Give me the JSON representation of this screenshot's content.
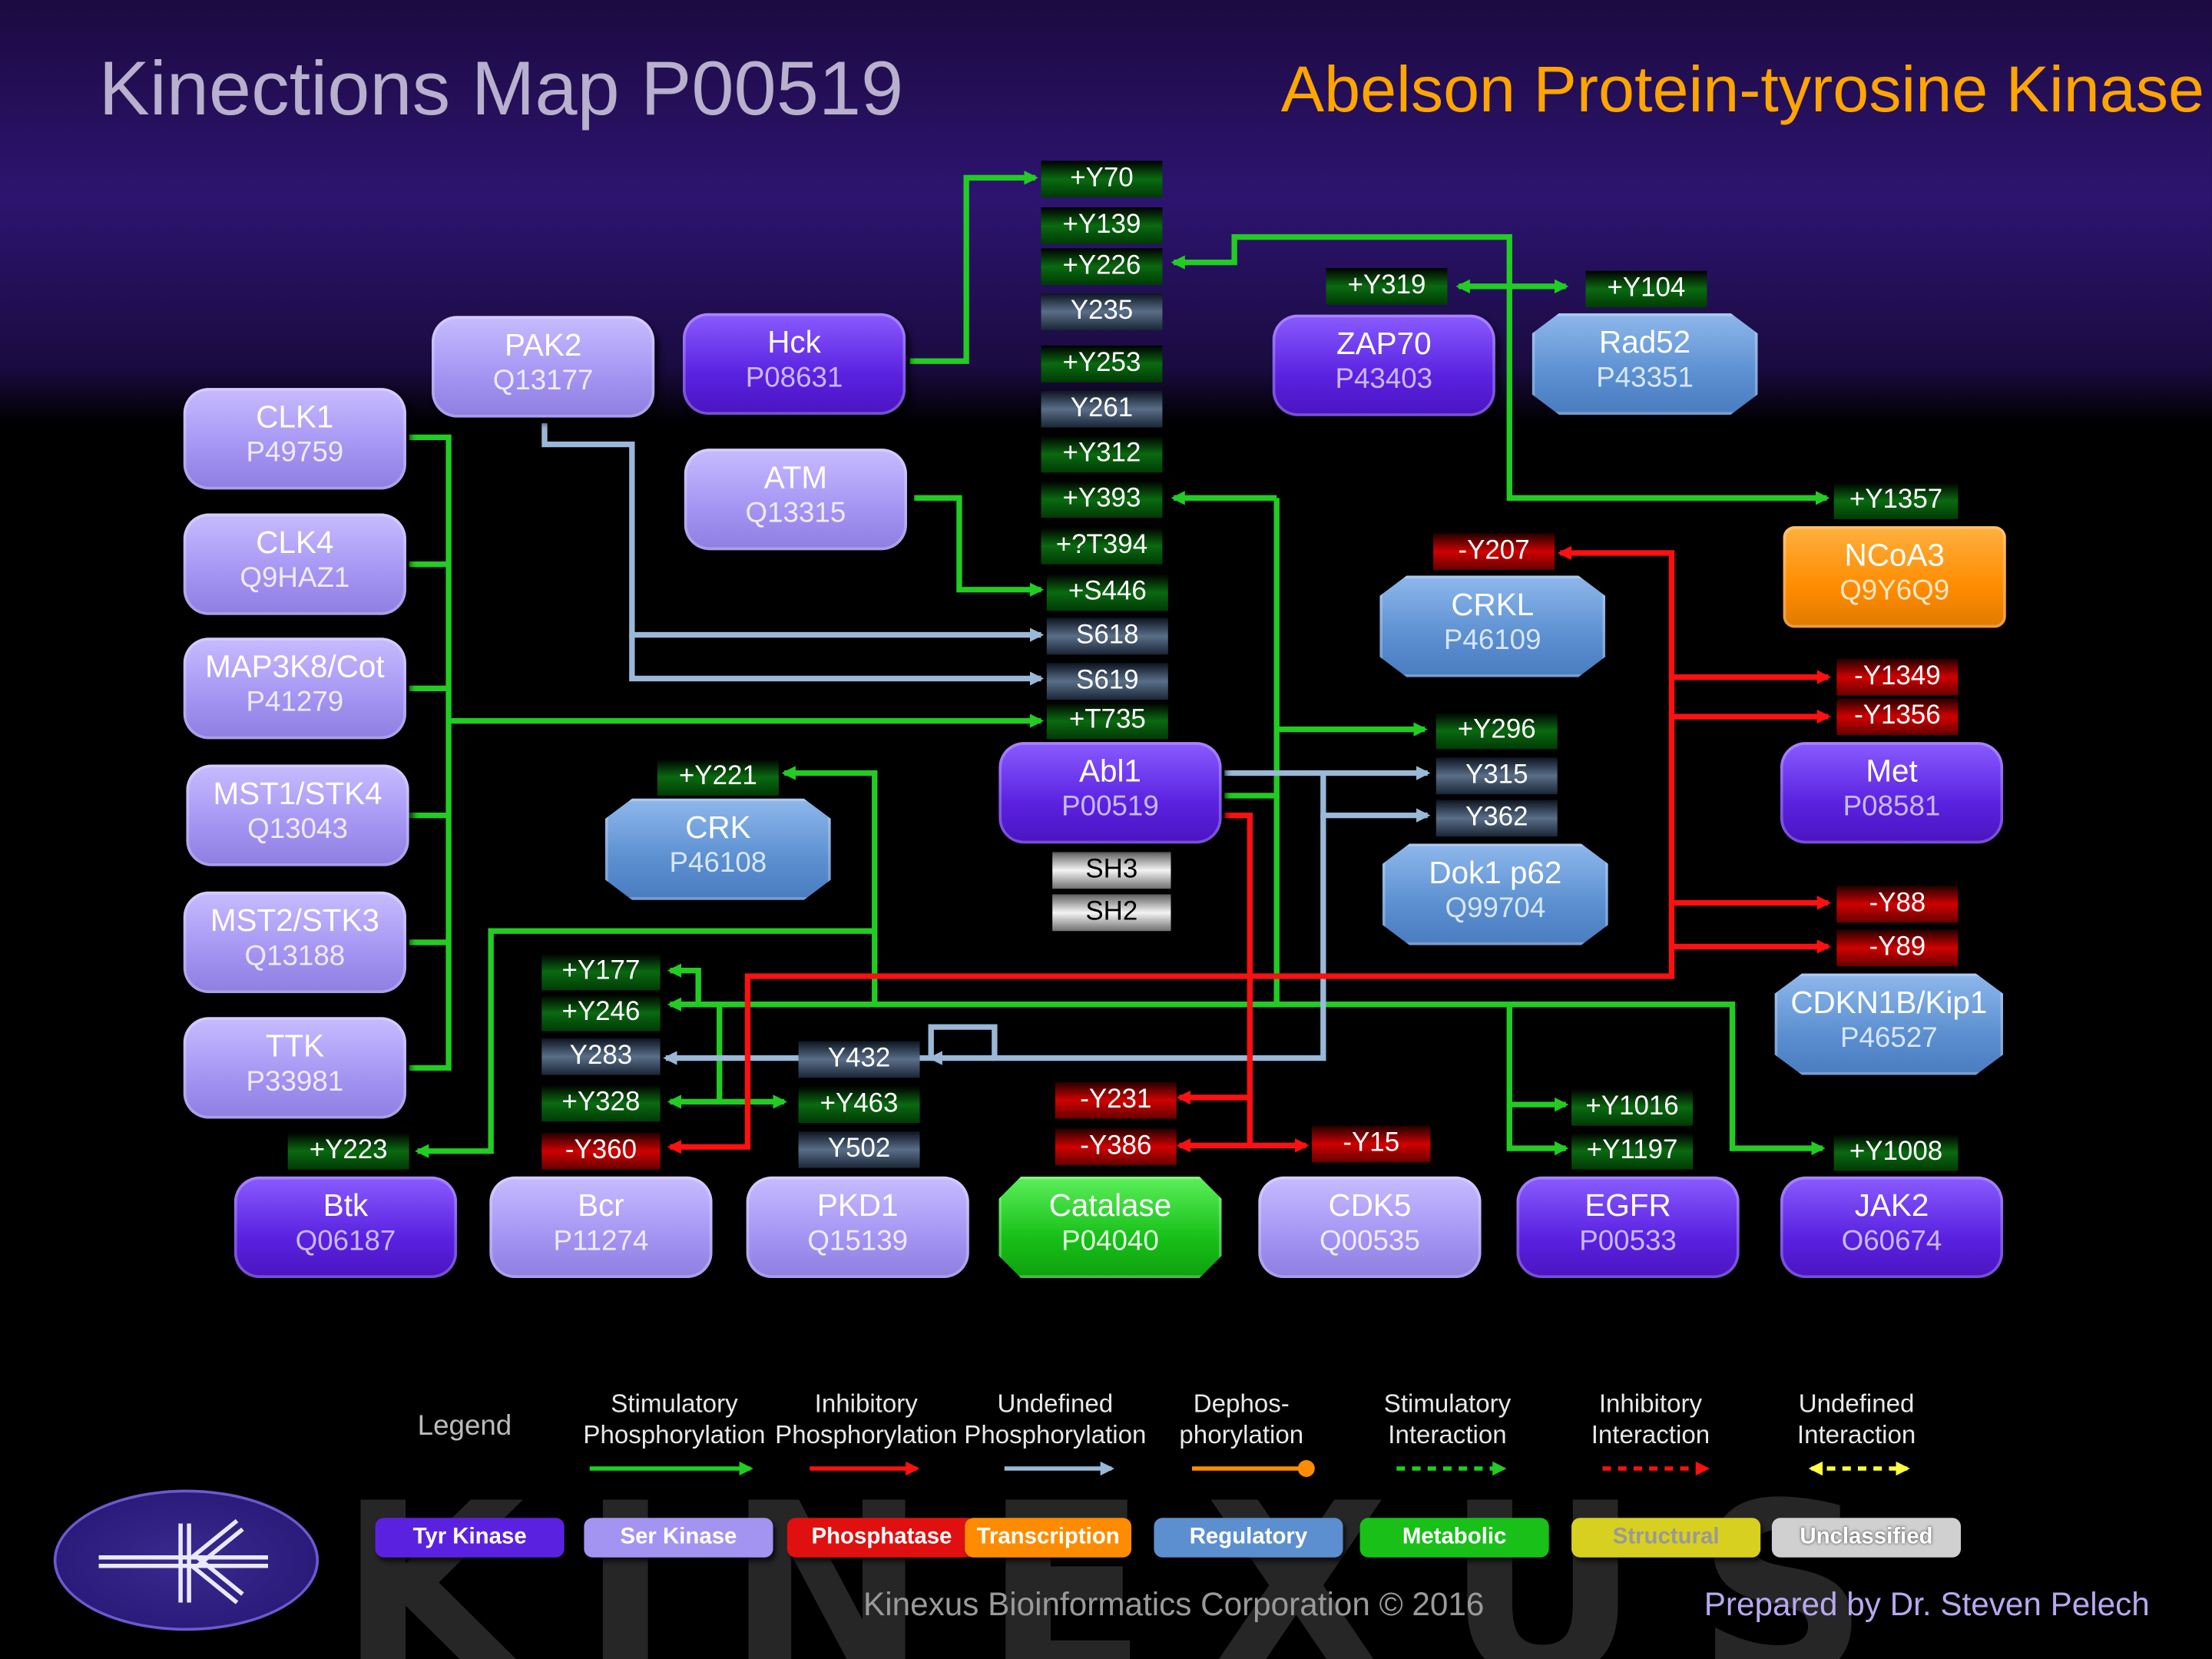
{
  "header": {
    "title_left": "Kinections Map P00519",
    "title_right": "Abelson Protein-tyrosine Kinase"
  },
  "colors": {
    "stimulatory": "#22cc22",
    "inhibitory": "#ff1010",
    "undefined": "#9ab8d8",
    "dephosphorylation": "#ff8c00",
    "undefined_interaction": "#ffff40"
  },
  "nodes": {
    "abl1": {
      "name": "Abl1",
      "acc": "P00519",
      "type": "Tyr Kinase"
    },
    "pak2": {
      "name": "PAK2",
      "acc": "Q13177",
      "type": "Ser Kinase"
    },
    "hck": {
      "name": "Hck",
      "acc": "P08631",
      "type": "Tyr Kinase"
    },
    "atm": {
      "name": "ATM",
      "acc": "Q13315",
      "type": "Ser Kinase"
    },
    "zap70": {
      "name": "ZAP70",
      "acc": "P43403",
      "type": "Tyr Kinase"
    },
    "rad52": {
      "name": "Rad52",
      "acc": "P43351",
      "type": "Regulatory"
    },
    "clk1": {
      "name": "CLK1",
      "acc": "P49759",
      "type": "Ser Kinase"
    },
    "clk4": {
      "name": "CLK4",
      "acc": "Q9HAZ1",
      "type": "Ser Kinase"
    },
    "map3k8": {
      "name": "MAP3K8/Cot",
      "acc": "P41279",
      "type": "Ser Kinase"
    },
    "mst1": {
      "name": "MST1/STK4",
      "acc": "Q13043",
      "type": "Ser Kinase"
    },
    "mst2": {
      "name": "MST2/STK3",
      "acc": "Q13188",
      "type": "Ser Kinase"
    },
    "ttk": {
      "name": "TTK",
      "acc": "P33981",
      "type": "Ser Kinase"
    },
    "ncoa3": {
      "name": "NCoA3",
      "acc": "Q9Y6Q9",
      "type": "Transcription"
    },
    "crkl": {
      "name": "CRKL",
      "acc": "P46109",
      "type": "Regulatory"
    },
    "met": {
      "name": "Met",
      "acc": "P08581",
      "type": "Tyr Kinase"
    },
    "crk": {
      "name": "CRK",
      "acc": "P46108",
      "type": "Regulatory"
    },
    "dok1": {
      "name": "Dok1 p62",
      "acc": "Q99704",
      "type": "Regulatory"
    },
    "cdkn1b": {
      "name": "CDKN1B/Kip1",
      "acc": "P46527",
      "type": "Regulatory"
    },
    "btk": {
      "name": "Btk",
      "acc": "Q06187",
      "type": "Tyr Kinase"
    },
    "bcr": {
      "name": "Bcr",
      "acc": "P11274",
      "type": "Ser Kinase"
    },
    "pkd1": {
      "name": "PKD1",
      "acc": "Q15139",
      "type": "Ser Kinase"
    },
    "catalase": {
      "name": "Catalase",
      "acc": "P04040",
      "type": "Metabolic"
    },
    "cdk5": {
      "name": "CDK5",
      "acc": "Q00535",
      "type": "Ser Kinase"
    },
    "egfr": {
      "name": "EGFR",
      "acc": "P00533",
      "type": "Tyr Kinase"
    },
    "jak2": {
      "name": "JAK2",
      "acc": "O60674",
      "type": "Tyr Kinase"
    }
  },
  "abl1_sites": [
    "+Y70",
    "+Y139",
    "+Y226",
    "Y235",
    "+Y253",
    "Y261",
    "+Y312",
    "+Y393",
    "+?T394",
    "+S446",
    "S618",
    "S619",
    "+T735"
  ],
  "abl1_domains": [
    "SH3",
    "SH2"
  ],
  "sites": {
    "zap70": [
      "+Y319"
    ],
    "rad52": [
      "+Y104"
    ],
    "ncoa3": [
      "+Y1357"
    ],
    "crkl": [
      "-Y207"
    ],
    "met": [
      "-Y1349",
      "-Y1356"
    ],
    "crk": [
      "+Y221"
    ],
    "dok1": [
      "+Y296",
      "Y315",
      "Y362"
    ],
    "cdkn1b": [
      "-Y88",
      "-Y89"
    ],
    "btk": [
      "+Y223"
    ],
    "bcr": [
      "+Y177",
      "+Y246",
      "Y283",
      "+Y328",
      "-Y360"
    ],
    "pkd1": [
      "Y432",
      "+Y463",
      "Y502"
    ],
    "catalase": [
      "-Y231",
      "-Y386"
    ],
    "cdk5": [
      "-Y15"
    ],
    "egfr": [
      "+Y1016",
      "+Y1197"
    ],
    "jak2": [
      "+Y1008"
    ]
  },
  "legend": {
    "word": "Legend",
    "arrows": [
      {
        "label": "Stimulatory Phosphorylation",
        "style": "stimulatory"
      },
      {
        "label": "Inhibitory Phosphorylation",
        "style": "inhibitory"
      },
      {
        "label": "Undefined Phosphorylation",
        "style": "undefined"
      },
      {
        "label": "Dephos- phorylation",
        "style": "dephosphorylation"
      },
      {
        "label": "Stimulatory Interaction",
        "style": "stimulatory-dashed"
      },
      {
        "label": "Inhibitory Interaction",
        "style": "inhibitory-dashed"
      },
      {
        "label": "Undefined Interaction",
        "style": "undefined-dashed"
      }
    ],
    "categories": [
      {
        "label": "Tyr Kinase",
        "color": "#5a22e0"
      },
      {
        "label": "Ser Kinase",
        "color": "#a394f2"
      },
      {
        "label": "Phosphatase",
        "color": "#e01010"
      },
      {
        "label": "Transcription",
        "color": "#ff8c00"
      },
      {
        "label": "Regulatory",
        "color": "#5b8fd0"
      },
      {
        "label": "Metabolic",
        "color": "#18c018"
      },
      {
        "label": "Structural",
        "color": "#d8d020"
      },
      {
        "label": "Unclassified",
        "color": "#d0d0d0"
      }
    ]
  },
  "footer": {
    "company": "Kinexus Bioinformatics Corporation © 2016",
    "author": "Prepared by Dr. Steven Pelech",
    "watermark": "KINEXUS"
  }
}
